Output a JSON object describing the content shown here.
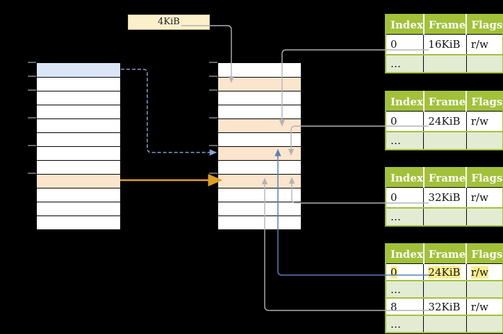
{
  "frame_box": {
    "label": "4KiB"
  },
  "memory": {
    "virtual": {
      "rows": 12,
      "blue_row": 0,
      "orange_row": 8
    },
    "physical": {
      "rows": 12,
      "orange_rows": [
        1,
        4,
        6,
        8
      ]
    }
  },
  "page_tables": [
    {
      "columns": [
        "Index",
        "Frame",
        "Flags"
      ],
      "rows": [
        [
          "0",
          "16KiB",
          "r/w"
        ],
        [
          "…",
          "",
          ""
        ]
      ]
    },
    {
      "columns": [
        "Index",
        "Frame",
        "Flags"
      ],
      "rows": [
        [
          "0",
          "24KiB",
          "r/w"
        ],
        [
          "…",
          "",
          ""
        ]
      ]
    },
    {
      "columns": [
        "Index",
        "Frame",
        "Flags"
      ],
      "rows": [
        [
          "0",
          "32KiB",
          "r/w"
        ],
        [
          "…",
          "",
          ""
        ]
      ]
    },
    {
      "columns": [
        "Index",
        "Frame",
        "Flags"
      ],
      "highlighted_row": 0,
      "rows": [
        [
          "0",
          "24KiB",
          "r/w"
        ],
        [
          "…",
          "",
          ""
        ],
        [
          "8",
          "32KiB",
          "r/w"
        ],
        [
          "…",
          "",
          ""
        ]
      ]
    }
  ],
  "colors": {
    "green": "#a2c139",
    "light_green": "#e3ecd3",
    "row_orange": "#fce5cd",
    "row_blue": "#dae6f5",
    "cream": "#fcf0cb",
    "highlight_yellow": "#f7ee8c",
    "gray": "#b3b3b3",
    "blue": "#5b7fb9",
    "dashed_blue": "#84a3d4",
    "orange_arrow": "#dd9f27",
    "tick_gray": "#8a8a8a"
  }
}
